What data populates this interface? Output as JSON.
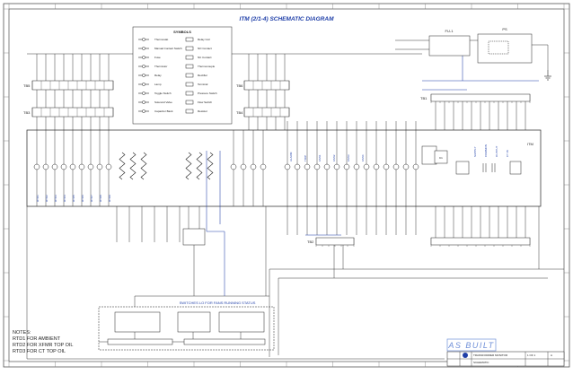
{
  "title": "ITM (2/1-4) SCHEMATIC DIAGRAM",
  "symbols": {
    "heading": "SYMBOLS",
    "left_items": [
      "Thermostat",
      "Manual Contact Switch",
      "Fuse",
      "Thermistor",
      "Relay",
      "Lamp",
      "Toggle Switch",
      "Solenoid Valve",
      "Capacitor Bank"
    ],
    "right_items": [
      "Relay Coil",
      "NO Contact",
      "NC Contact",
      "Thermocouple",
      "Rectifier",
      "Terminal",
      "Pressure Switch",
      "Flow Switch",
      "Resistor"
    ]
  },
  "labels": {
    "tb_left_1": "TB5",
    "tb_left_2": "TB3",
    "tb_mid_1": "TB6",
    "tb_mid_2": "TB4",
    "tb_bottom": "TB2",
    "tb_right": "TB1",
    "itm_right": "ITM",
    "relay": "K1",
    "fuse_box": "FU-1",
    "ps_box": "PS"
  },
  "vertical_texts": {
    "bank": [
      "RTD1",
      "RTD2",
      "RTD3",
      "RTD4",
      "RTD5",
      "RTD6",
      "RTD7",
      "RTD8",
      "RTD9"
    ],
    "mid": [
      "ALARM",
      "TRIP",
      "FAN1",
      "FAN2",
      "FAN3",
      "FAN4"
    ],
    "right": [
      "SUPPLY",
      "COMMON",
      "OUTPUT",
      "CT IN"
    ]
  },
  "switch_caption": "SWITCHES LO FOR FANS RUNNING STATUS",
  "notes": [
    "NOTES:",
    "RTD1 FOR AMBIENT",
    "RTD2 FOR XFMR TOP OIL",
    "RTD3 FOR CT TOP OIL"
  ],
  "stamp": "AS BUILT",
  "titleblock": {
    "company": "TRANSFORMER MONITOR",
    "drawing": "SCHEMATIC",
    "sheet": "1 OF 1",
    "rev": "A"
  }
}
